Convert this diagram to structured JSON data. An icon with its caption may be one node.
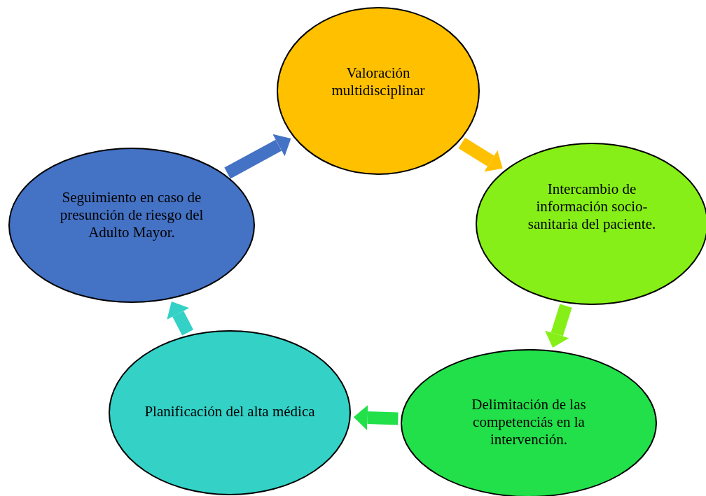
{
  "diagram": {
    "nodes": [
      {
        "text": [
          "Valoración multidisciplinar"
        ]
      },
      {
        "text": [
          "Intercambio de información socio-sanitaria del paciente."
        ]
      },
      {
        "text": [
          "Delimitación de las competenciás en la intervención."
        ]
      },
      {
        "text": [
          "Planificación del alta médica"
        ]
      },
      {
        "text": [
          "Seguimiento en caso de presunción de riesgo del Adulto Mayor."
        ]
      }
    ],
    "edges": [
      {
        "from": 0,
        "to": 1,
        "arrow": "to",
        "color": "#ffc000"
      },
      {
        "from": 1,
        "to": 2,
        "arrow": "to",
        "color": "#86ef17"
      },
      {
        "from": 2,
        "to": 3,
        "arrow": "to",
        "color": "#22e04a"
      },
      {
        "from": 3,
        "to": 4,
        "arrow": "to",
        "color": "#33d1c6"
      },
      {
        "from": 4,
        "to": 0,
        "arrow": "to",
        "color": "#4472c4"
      }
    ]
  }
}
